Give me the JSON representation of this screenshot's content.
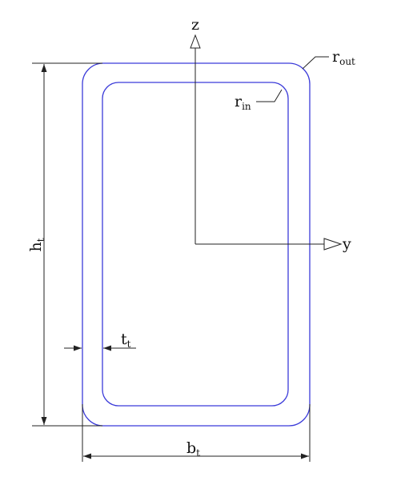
{
  "colors": {
    "section_outline": "#3b3bd9",
    "dimension_lines": "#222222",
    "background": "#ffffff"
  },
  "labels": {
    "z_axis": "z",
    "y_axis": "y",
    "r_out": {
      "main": "r",
      "sub": "out"
    },
    "r_in": {
      "main": "r",
      "sub": "in"
    },
    "height": {
      "main": "h",
      "sub": "t"
    },
    "width": {
      "main": "b",
      "sub": "t"
    },
    "thickness": {
      "main": "t",
      "sub": "t"
    }
  }
}
